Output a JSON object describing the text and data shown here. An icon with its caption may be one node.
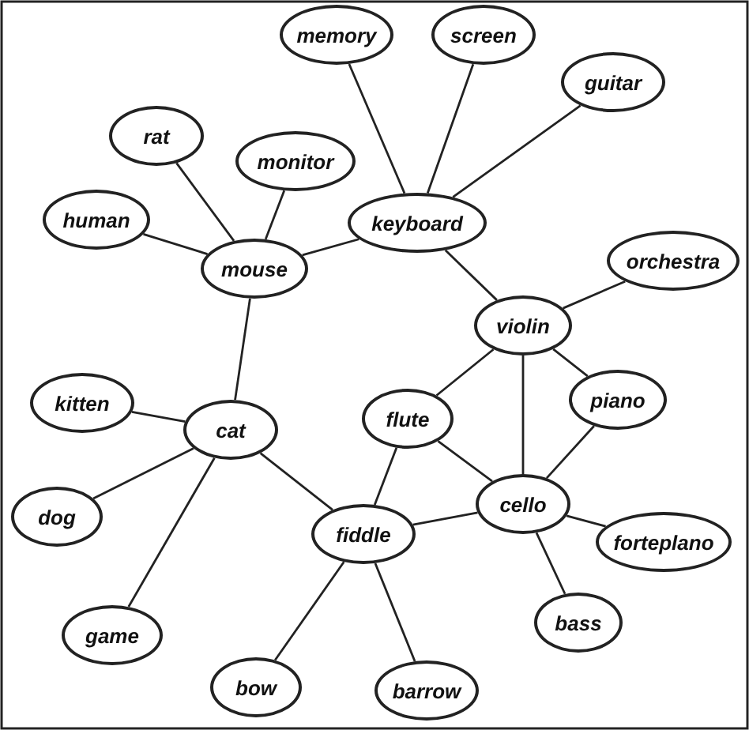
{
  "diagram": {
    "nodes": [
      {
        "text": [
          "memory"
        ]
      },
      {
        "text": [
          "screen"
        ]
      },
      {
        "text": [
          "guitar"
        ]
      },
      {
        "text": [
          "rat"
        ]
      },
      {
        "text": [
          "monitor"
        ]
      },
      {
        "text": [
          "keyboard"
        ]
      },
      {
        "text": [
          "human"
        ]
      },
      {
        "text": [
          "mouse"
        ]
      },
      {
        "text": [
          "orchestra"
        ]
      },
      {
        "text": [
          "violin"
        ]
      },
      {
        "text": [
          "kitten"
        ]
      },
      {
        "text": [
          "cat"
        ]
      },
      {
        "text": [
          "flute"
        ]
      },
      {
        "text": [
          "piano"
        ]
      },
      {
        "text": [
          "dog"
        ]
      },
      {
        "text": [
          "cello"
        ]
      },
      {
        "text": [
          "fiddle"
        ]
      },
      {
        "text": [
          "forteplano"
        ]
      },
      {
        "text": [
          "game"
        ]
      },
      {
        "text": [
          "bass"
        ]
      },
      {
        "text": [
          "bow"
        ]
      },
      {
        "text": [
          "barrow"
        ]
      }
    ],
    "edges": [
      {
        "from": 0,
        "to": 5,
        "arrow": "none"
      },
      {
        "from": 1,
        "to": 5,
        "arrow": "none"
      },
      {
        "from": 2,
        "to": 5,
        "arrow": "none"
      },
      {
        "from": 3,
        "to": 7,
        "arrow": "none"
      },
      {
        "from": 4,
        "to": 7,
        "arrow": "none"
      },
      {
        "from": 6,
        "to": 7,
        "arrow": "none"
      },
      {
        "from": 5,
        "to": 7,
        "arrow": "none"
      },
      {
        "from": 5,
        "to": 9,
        "arrow": "none"
      },
      {
        "from": 9,
        "to": 8,
        "arrow": "none"
      },
      {
        "from": 9,
        "to": 12,
        "arrow": "none"
      },
      {
        "from": 9,
        "to": 13,
        "arrow": "none"
      },
      {
        "from": 9,
        "to": 15,
        "arrow": "none"
      },
      {
        "from": 7,
        "to": 11,
        "arrow": "none"
      },
      {
        "from": 10,
        "to": 11,
        "arrow": "none"
      },
      {
        "from": 14,
        "to": 11,
        "arrow": "none"
      },
      {
        "from": 18,
        "to": 11,
        "arrow": "none"
      },
      {
        "from": 11,
        "to": 16,
        "arrow": "none"
      },
      {
        "from": 12,
        "to": 15,
        "arrow": "none"
      },
      {
        "from": 12,
        "to": 16,
        "arrow": "none"
      },
      {
        "from": 13,
        "to": 15,
        "arrow": "none"
      },
      {
        "from": 15,
        "to": 16,
        "arrow": "none"
      },
      {
        "from": 15,
        "to": 17,
        "arrow": "none"
      },
      {
        "from": 15,
        "to": 19,
        "arrow": "none"
      },
      {
        "from": 16,
        "to": 20,
        "arrow": "none"
      },
      {
        "from": 16,
        "to": 21,
        "arrow": "none"
      }
    ]
  }
}
